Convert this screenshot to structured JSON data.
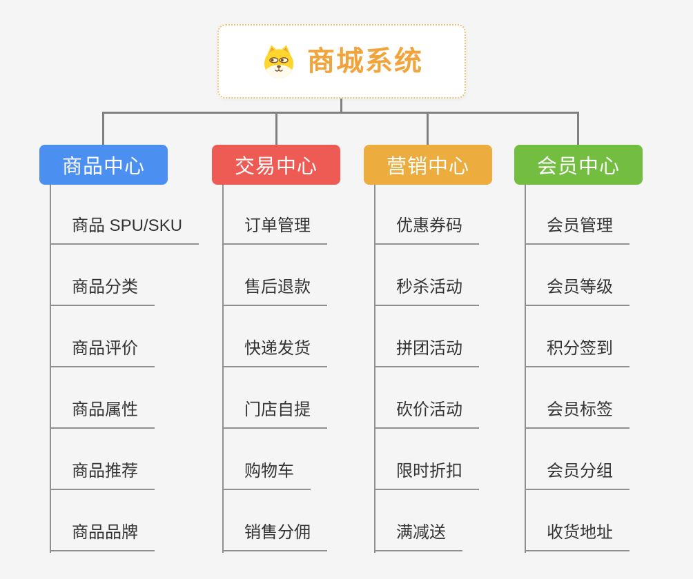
{
  "root": {
    "title": "商城系统",
    "icon": "dog-face-icon"
  },
  "colors": {
    "background": "#F5F5F5",
    "root_border": "#F2C169",
    "root_title": "#F2A43C",
    "connector": "#808080",
    "child_line": "#8F8F8F",
    "child_text": "#333333",
    "node_text": "#FFFFFF"
  },
  "branches": [
    {
      "label": "商品中心",
      "color": "#4B8FF0",
      "children": [
        "商品 SPU/SKU",
        "商品分类",
        "商品评价",
        "商品属性",
        "商品推荐",
        "商品品牌"
      ]
    },
    {
      "label": "交易中心",
      "color": "#EE5B55",
      "children": [
        "订单管理",
        "售后退款",
        "快递发货",
        "门店自提",
        "购物车",
        "销售分佣"
      ]
    },
    {
      "label": "营销中心",
      "color": "#ECAC3E",
      "children": [
        "优惠券码",
        "秒杀活动",
        "拼团活动",
        "砍价活动",
        "限时折扣",
        "满减送"
      ]
    },
    {
      "label": "会员中心",
      "color": "#73BE40",
      "children": [
        "会员管理",
        "会员等级",
        "积分签到",
        "会员标签",
        "会员分组",
        "收货地址"
      ]
    }
  ]
}
